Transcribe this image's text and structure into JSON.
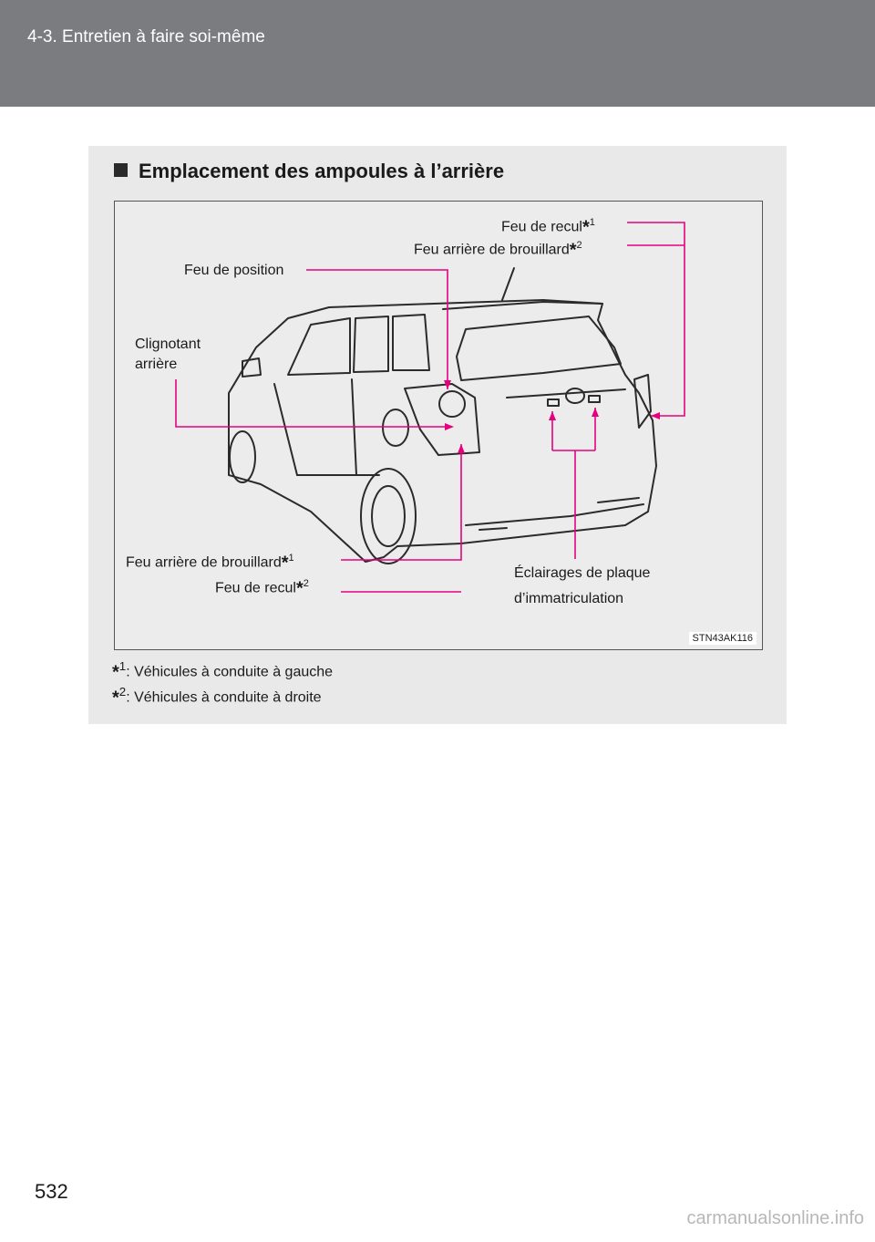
{
  "header": {
    "title": "4-3. Entretien à faire soi-même"
  },
  "section": {
    "title": "Emplacement des ampoules à l’arrière"
  },
  "labels": {
    "backup_light_1": "Feu de recul",
    "rear_fog_2": "Feu arrière de brouillard",
    "position_light": "Feu de position",
    "turn_signal_line1": "Clignotant",
    "turn_signal_line2": "arrière",
    "rear_fog_1": "Feu arrière de brouillard",
    "backup_light_2": "Feu de recul",
    "plate_light_line1": "Éclairages  de  plaque",
    "plate_light_line2": "d’immatriculation",
    "star": "*",
    "sup1": "1",
    "sup2": "2"
  },
  "figure_id": "STN43AK116",
  "footnotes": {
    "note1": ": Véhicules à conduite à gauche",
    "note2": ": Véhicules à conduite à droite"
  },
  "page_number": "532",
  "watermark": "carmanualsonline.info",
  "colors": {
    "leader": "#e6007e",
    "header_bg": "#7a7c80",
    "panel_bg": "#e9e9ea"
  }
}
